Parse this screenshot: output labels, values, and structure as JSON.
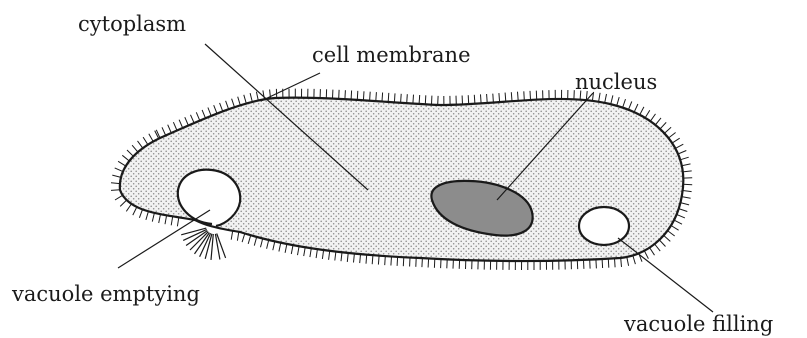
{
  "labels": {
    "cytoplasm": "cytoplasm",
    "cell_membrane": "cell membrane",
    "nucleus": "nucleus",
    "vacuole_emptying": "vacuole emptying",
    "vacuole_filling": "vacuole filling"
  },
  "colors": {
    "outline": "#1a1a1a",
    "cytoplasm_fill": "#f2f2f2",
    "stipple": "#8a8a8a",
    "nucleus_fill": "#8c8c8c",
    "vacuole_fill": "#ffffff"
  }
}
